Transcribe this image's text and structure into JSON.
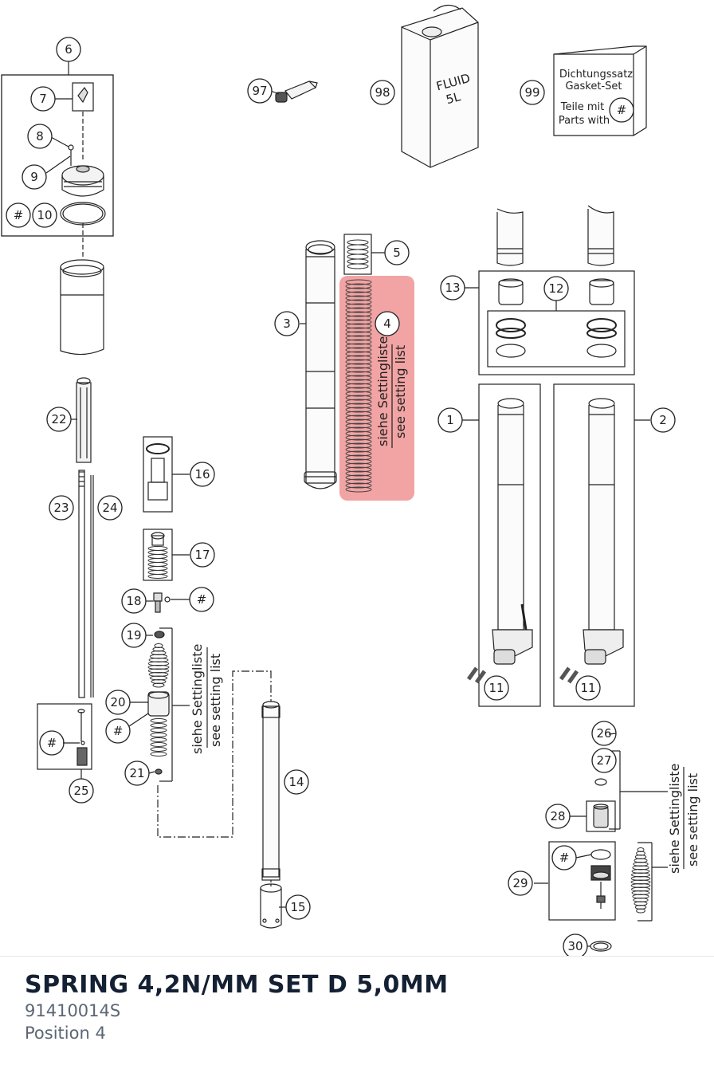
{
  "part": {
    "title": "SPRING 4,2N/MM SET D 5,0MM",
    "number": "91410014S",
    "position": "Position 4"
  },
  "diagram": {
    "highlight_color": "#f2a3a3",
    "callouts": {
      "c1": "1",
      "c2": "2",
      "c3": "3",
      "c4": "4",
      "c5": "5",
      "c6": "6",
      "c7": "7",
      "c8": "8",
      "c9": "9",
      "c10": "10",
      "c11a": "11",
      "c11b": "11",
      "c12": "12",
      "c13": "13",
      "c14": "14",
      "c15": "15",
      "c16": "16",
      "c17": "17",
      "c18": "18",
      "c19": "19",
      "c20": "20",
      "c21": "21",
      "c22": "22",
      "c23": "23",
      "c24": "24",
      "c25": "25",
      "c26": "26",
      "c27": "27",
      "c28": "28",
      "c29": "29",
      "c30": "30",
      "c97": "97",
      "c98": "98",
      "c99": "99",
      "hash": "#"
    },
    "fluid_label_1": "FLUID",
    "fluid_label_2": "5L",
    "gasket_box": {
      "line1": "Dichtungssatz",
      "line2": "Gasket-Set",
      "line3": "Teile mit",
      "line4": "Parts with"
    },
    "setting_note": {
      "de": "siehe Settingliste",
      "en": "see setting list"
    }
  }
}
